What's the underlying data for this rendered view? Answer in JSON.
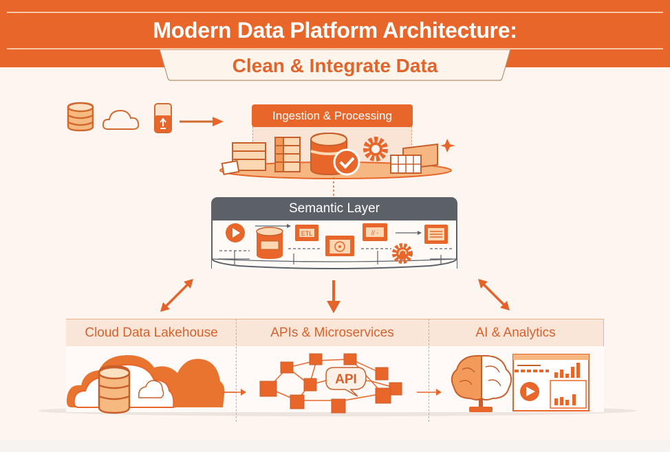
{
  "header": {
    "title": "Modern Data Platform Architecture:",
    "subtitle": "Clean & Integrate Data"
  },
  "colors": {
    "accent": "#e8662a",
    "accent_light": "#f6b782",
    "background": "#fdf6f0",
    "slate": "#5c6168"
  },
  "sources": {
    "icons": [
      "database-icon",
      "cloud-icon",
      "upload-device-icon"
    ],
    "arrow": "arrow-right-icon"
  },
  "ingestion": {
    "label": "Ingestion & Processing",
    "icons": [
      "storage-box-icon",
      "server-rack-icon",
      "database-check-icon",
      "gear-icon",
      "grid-blocks-icon",
      "sparkle-icon"
    ]
  },
  "semantic_layer": {
    "label": "Semantic Layer",
    "nodes": [
      {
        "icon": "play-icon"
      },
      {
        "icon": "database-table-icon"
      },
      {
        "icon": "etl-card-icon",
        "text": "ETL"
      },
      {
        "icon": "media-frame-icon"
      },
      {
        "icon": "edit-card-icon",
        "text": "//  -"
      },
      {
        "icon": "gear-refresh-icon"
      },
      {
        "icon": "document-card-icon"
      }
    ]
  },
  "connectors": [
    "double-arrow-left-icon",
    "arrow-down-icon",
    "double-arrow-right-icon"
  ],
  "destinations": [
    {
      "label": "Cloud Data Lakehouse",
      "icon": "cloud-database-icon"
    },
    {
      "label": "APIs & Microservices",
      "icon": "api-network-icon",
      "badge": "API"
    },
    {
      "label": "AI & Analytics",
      "icon": "brain-dashboard-icon"
    }
  ]
}
